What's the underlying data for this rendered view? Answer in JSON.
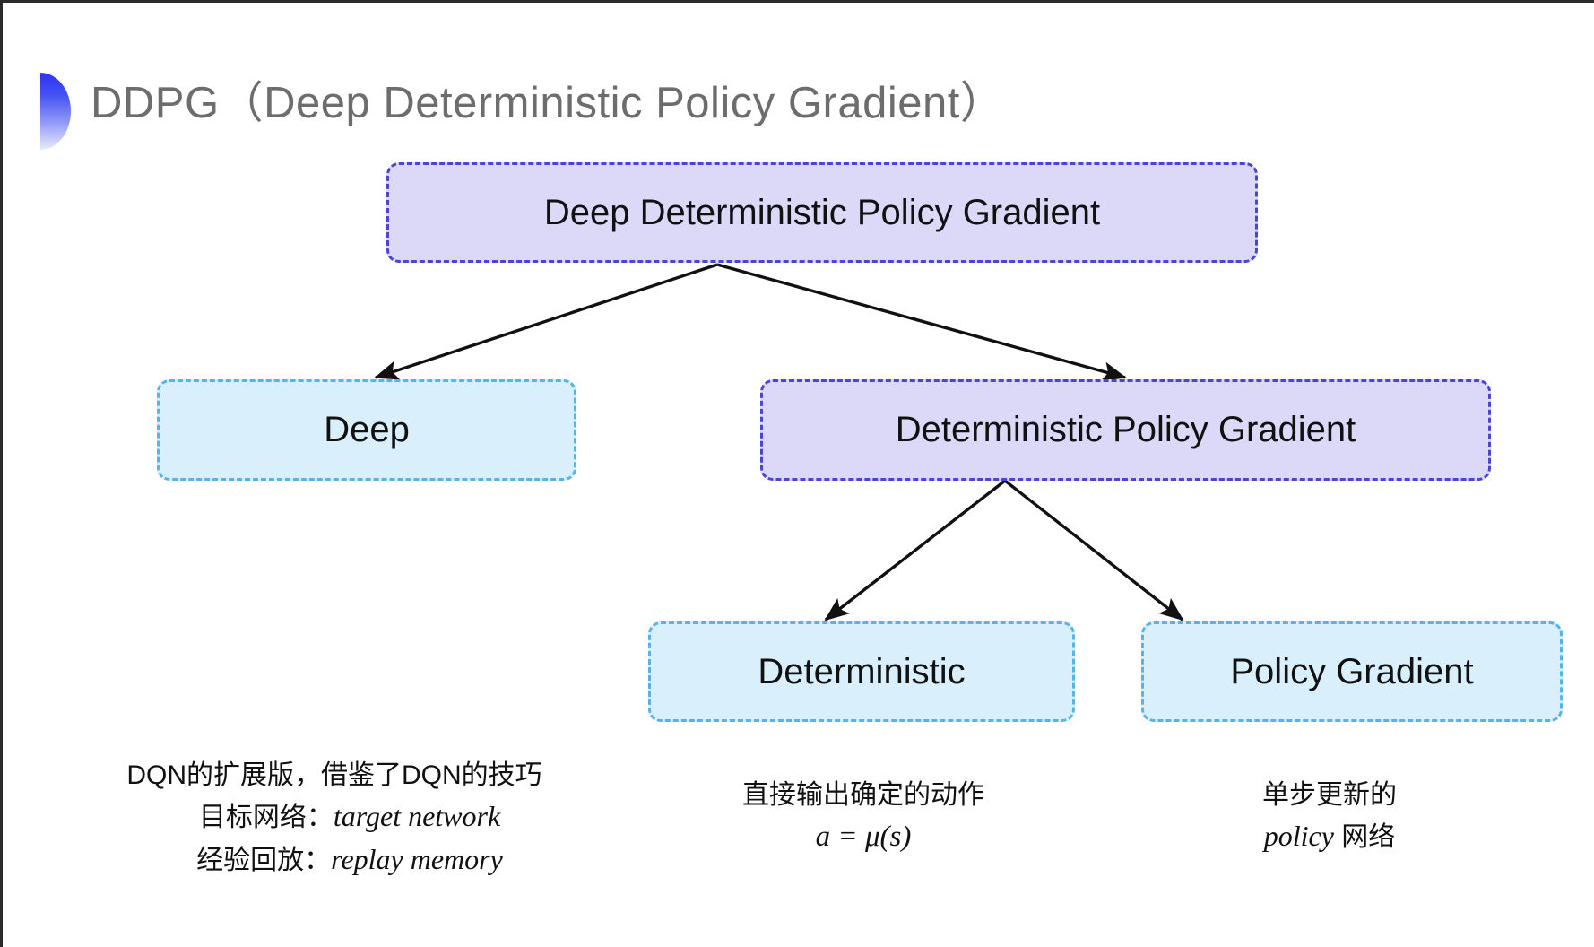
{
  "slide": {
    "title": "DDPG（Deep Deterministic Policy Gradient）",
    "title_color": "#6d6d6d",
    "background": "#ffffff"
  },
  "palette": {
    "purple_fill": "#dcd9f8",
    "purple_border": "#4b45d6",
    "blue_fill": "#d9effc",
    "blue_border": "#59b3e8",
    "arrow_color": "#111111",
    "deco_gradient_start": "#2d32f0",
    "deco_gradient_end": "#e8eafe"
  },
  "diagram": {
    "nodes": [
      {
        "id": "root",
        "label": "Deep Deterministic Policy Gradient",
        "style": "purple"
      },
      {
        "id": "deep",
        "label": "Deep",
        "style": "blue"
      },
      {
        "id": "dpg",
        "label": "Deterministic Policy Gradient",
        "style": "purple"
      },
      {
        "id": "det",
        "label": "Deterministic",
        "style": "blue"
      },
      {
        "id": "pg",
        "label": "Policy Gradient",
        "style": "blue"
      }
    ],
    "edges": [
      {
        "from": "root",
        "to": "deep"
      },
      {
        "from": "root",
        "to": "dpg"
      },
      {
        "from": "dpg",
        "to": "det"
      },
      {
        "from": "dpg",
        "to": "pg"
      }
    ]
  },
  "captions": {
    "left": {
      "line1": "DQN的扩展版，借鉴了DQN的技巧",
      "line2_label": "目标网络：",
      "line2_term": "target network",
      "line3_label": "经验回放：",
      "line3_term": "replay memory"
    },
    "middle": {
      "line1": "直接输出确定的动作",
      "formula": "a = μ(s)"
    },
    "right": {
      "line1": "单步更新的",
      "line2_term": "policy",
      "line2_suffix": " 网络"
    }
  }
}
